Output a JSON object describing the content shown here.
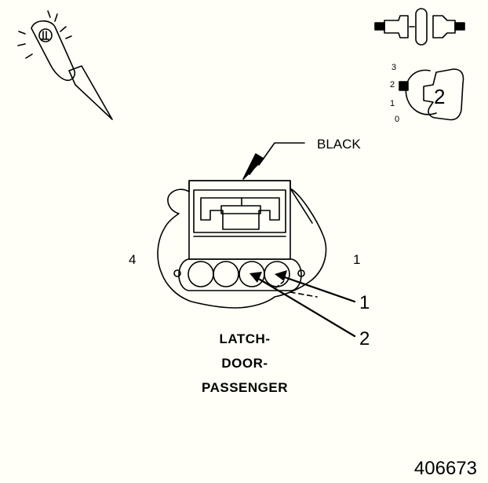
{
  "labels": {
    "wire_color": "BLACK",
    "pin_left": "4",
    "pin_right": "1",
    "callout_1": "1",
    "callout_2": "2",
    "figure_number": "406673"
  },
  "connector_name": {
    "line1": "LATCH-",
    "line2": "DOOR-",
    "line3": "PASSENGER"
  },
  "cavity_scale": {
    "tick_3": "3",
    "tick_2": "2",
    "tick_1": "1",
    "tick_0": "0",
    "number": "2"
  },
  "icons": {
    "probe": "test-probe-icon",
    "terminal": "terminal-icon",
    "cavity_gauge": "cavity-gauge-icon"
  },
  "colors": {
    "background": "#fffff7",
    "ink": "#000000"
  }
}
